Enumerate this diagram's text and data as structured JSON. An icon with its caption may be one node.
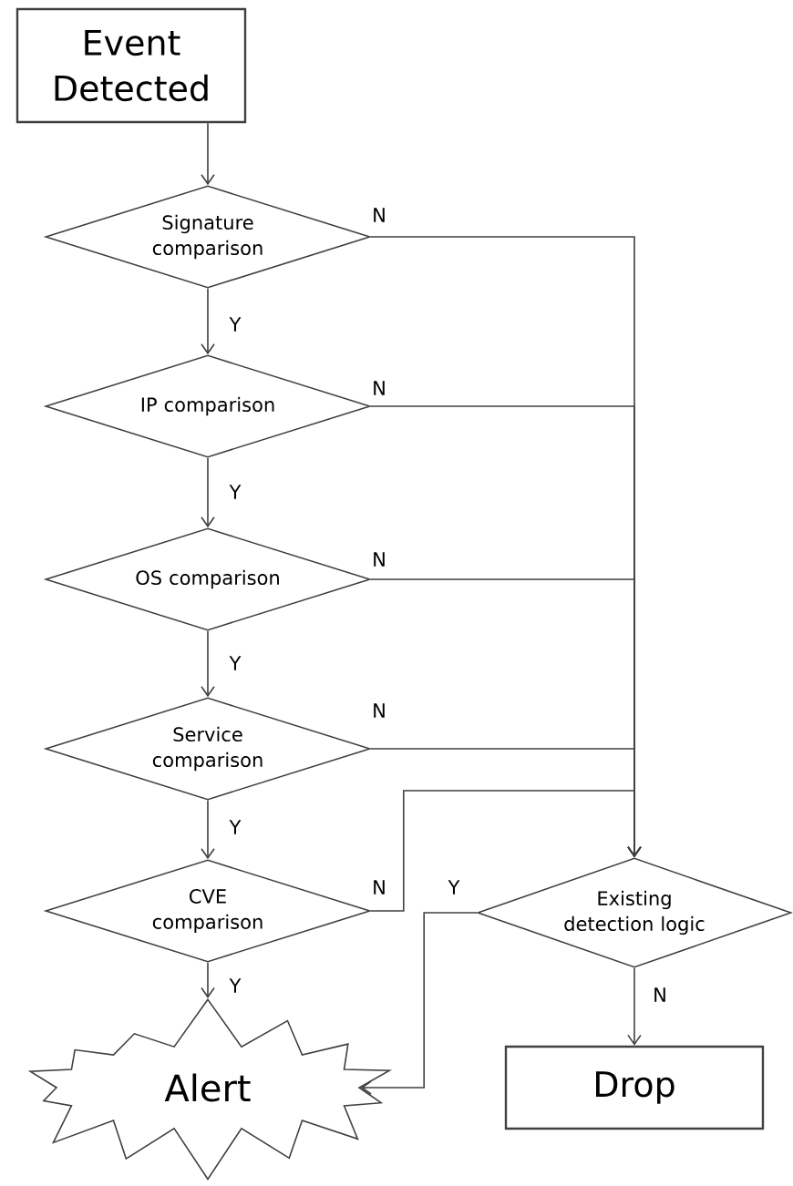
{
  "diagram": {
    "nodes": [
      {
        "text": [
          "Event Detected"
        ]
      },
      {
        "text": [
          "Signature comparison"
        ]
      },
      {
        "text": [
          "IP comparison"
        ]
      },
      {
        "text": [
          "OS comparison"
        ]
      },
      {
        "text": [
          "Service comparison"
        ]
      },
      {
        "text": [
          "CVE comparison"
        ]
      },
      {
        "text": [
          "Alert"
        ]
      },
      {
        "text": [
          "Existing detection logic"
        ]
      },
      {
        "text": [
          "Drop"
        ]
      }
    ],
    "edges": [
      {
        "from": 0,
        "to": 1,
        "arrow": "to"
      },
      {
        "from": 1,
        "to": 2,
        "arrow": "to",
        "label": "Y"
      },
      {
        "from": 2,
        "to": 3,
        "arrow": "to",
        "label": "Y"
      },
      {
        "from": 3,
        "to": 4,
        "arrow": "to",
        "label": "Y"
      },
      {
        "from": 4,
        "to": 5,
        "arrow": "to",
        "label": "Y"
      },
      {
        "from": 5,
        "to": 6,
        "arrow": "to",
        "label": "Y"
      },
      {
        "from": 1,
        "to": 7,
        "arrow": "to",
        "label": "N"
      },
      {
        "from": 2,
        "to": 7,
        "arrow": "to",
        "label": "N"
      },
      {
        "from": 3,
        "to": 7,
        "arrow": "to",
        "label": "N"
      },
      {
        "from": 4,
        "to": 7,
        "arrow": "to",
        "label": "N"
      },
      {
        "from": 5,
        "to": 7,
        "arrow": "to",
        "label": "N"
      },
      {
        "from": 7,
        "to": 6,
        "arrow": "to",
        "label": "Y"
      },
      {
        "from": 7,
        "to": 8,
        "arrow": "to",
        "label": "N"
      }
    ]
  }
}
